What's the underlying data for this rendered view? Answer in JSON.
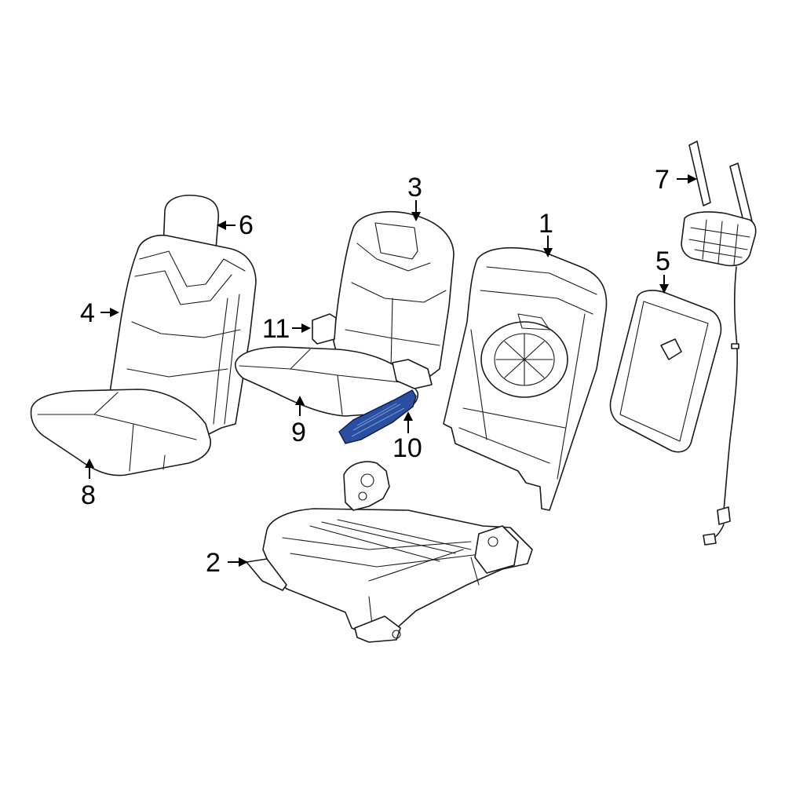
{
  "callouts": {
    "c1": "1",
    "c2": "2",
    "c3": "3",
    "c4": "4",
    "c5": "5",
    "c6": "6",
    "c7": "7",
    "c8": "8",
    "c9": "9",
    "c10": "10",
    "c11": "11"
  },
  "colors": {
    "highlight": "#2a4fa0",
    "line": "#1a1a1a",
    "background": "#ffffff"
  }
}
